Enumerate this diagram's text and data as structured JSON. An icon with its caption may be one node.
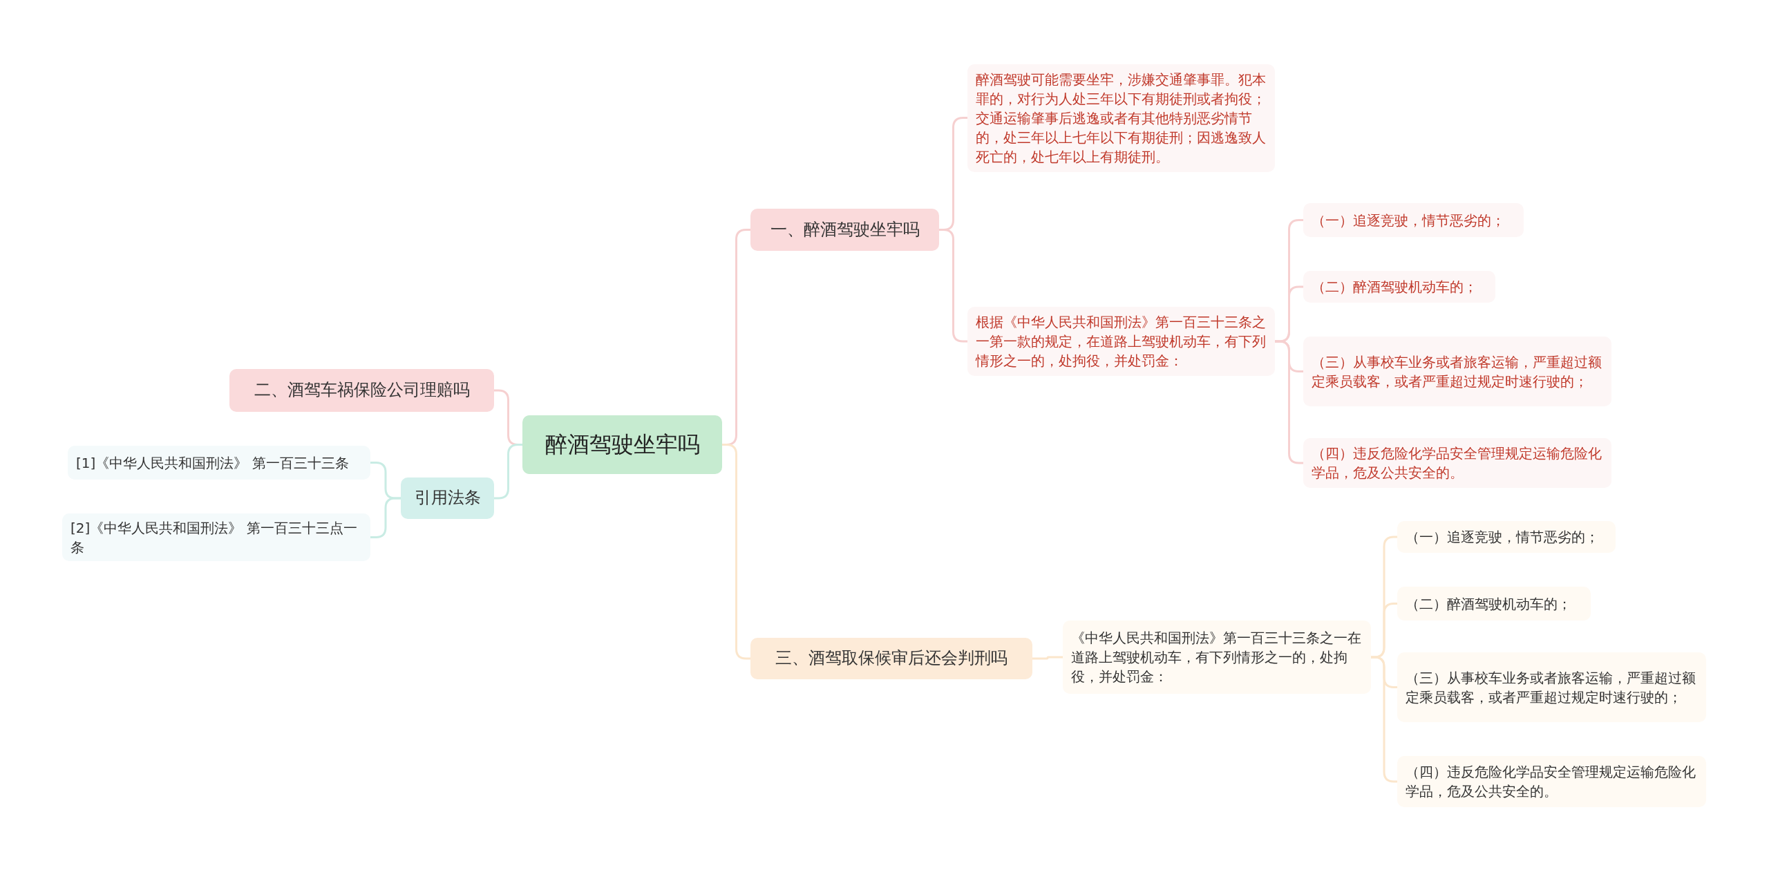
{
  "diagram": {
    "nodes": [
      {
        "text": [
          "醉酒驾驶坐牢吗"
        ]
      },
      {
        "text": [
          "一、醉酒驾驶坐牢吗"
        ]
      },
      {
        "text": [
          "醉酒驾驶可能需要坐牢，涉嫌交通肇事罪。犯本罪的，对行为人处三年以下有期徒刑或者拘役；交通运输肇事后逃逸或者有其他特别恶劣情节的，处三年以上七年以下有期徒刑；因逃逸致人死亡的，处七年以上有期徒刑。"
        ]
      },
      {
        "text": [
          "根据《中华人民共和国刑法》第一百三十三条之一第一款的规定，在道路上驾驶机动车，有下列情形之一的，处拘役，并处罚金："
        ]
      },
      {
        "text": [
          "（一）追逐竞驶，情节恶劣的；"
        ]
      },
      {
        "text": [
          "（二）醉酒驾驶机动车的；"
        ]
      },
      {
        "text": [
          "（三）从事校车业务或者旅客运输，严重超过额定乘员载客，或者严重超过规定时速行驶的；"
        ]
      },
      {
        "text": [
          "（四）违反危险化学品安全管理规定运输危险化学品，危及公共安全的。"
        ]
      },
      {
        "text": [
          "三、酒驾取保候审后还会判刑吗"
        ]
      },
      {
        "text": [
          "《中华人民共和国刑法》第一百三十三条之一在道路上驾驶机动车，有下列情形之一的，处拘役，并处罚金："
        ]
      },
      {
        "text": [
          "（一）追逐竞驶，情节恶劣的；"
        ]
      },
      {
        "text": [
          "（二）醉酒驾驶机动车的；"
        ]
      },
      {
        "text": [
          "（三）从事校车业务或者旅客运输，严重超过额定乘员载客，或者严重超过规定时速行驶的；"
        ]
      },
      {
        "text": [
          "（四）违反危险化学品安全管理规定运输危险化学品，危及公共安全的。"
        ]
      },
      {
        "text": [
          "二、酒驾车祸保险公司理赔吗"
        ]
      },
      {
        "text": [
          "引用法条"
        ]
      },
      {
        "text": [
          "[1]《中华人民共和国刑法》 第一百三十三条"
        ]
      },
      {
        "text": [
          "[2]《中华人民共和国刑法》 第一百三十三点一条"
        ]
      }
    ],
    "edges": [
      {
        "from": 0,
        "to": 1,
        "arrow": "none"
      },
      {
        "from": 0,
        "to": 8,
        "arrow": "none"
      },
      {
        "from": 0,
        "to": 14,
        "arrow": "none"
      },
      {
        "from": 0,
        "to": 15,
        "arrow": "none"
      },
      {
        "from": 1,
        "to": 2,
        "arrow": "none"
      },
      {
        "from": 1,
        "to": 3,
        "arrow": "none"
      },
      {
        "from": 3,
        "to": 4,
        "arrow": "none"
      },
      {
        "from": 3,
        "to": 5,
        "arrow": "none"
      },
      {
        "from": 3,
        "to": 6,
        "arrow": "none"
      },
      {
        "from": 3,
        "to": 7,
        "arrow": "none"
      },
      {
        "from": 8,
        "to": 9,
        "arrow": "none"
      },
      {
        "from": 9,
        "to": 10,
        "arrow": "none"
      },
      {
        "from": 9,
        "to": 11,
        "arrow": "none"
      },
      {
        "from": 9,
        "to": 12,
        "arrow": "none"
      },
      {
        "from": 9,
        "to": 13,
        "arrow": "none"
      },
      {
        "from": 15,
        "to": 16,
        "arrow": "none"
      },
      {
        "from": 15,
        "to": 17,
        "arrow": "none"
      }
    ]
  }
}
